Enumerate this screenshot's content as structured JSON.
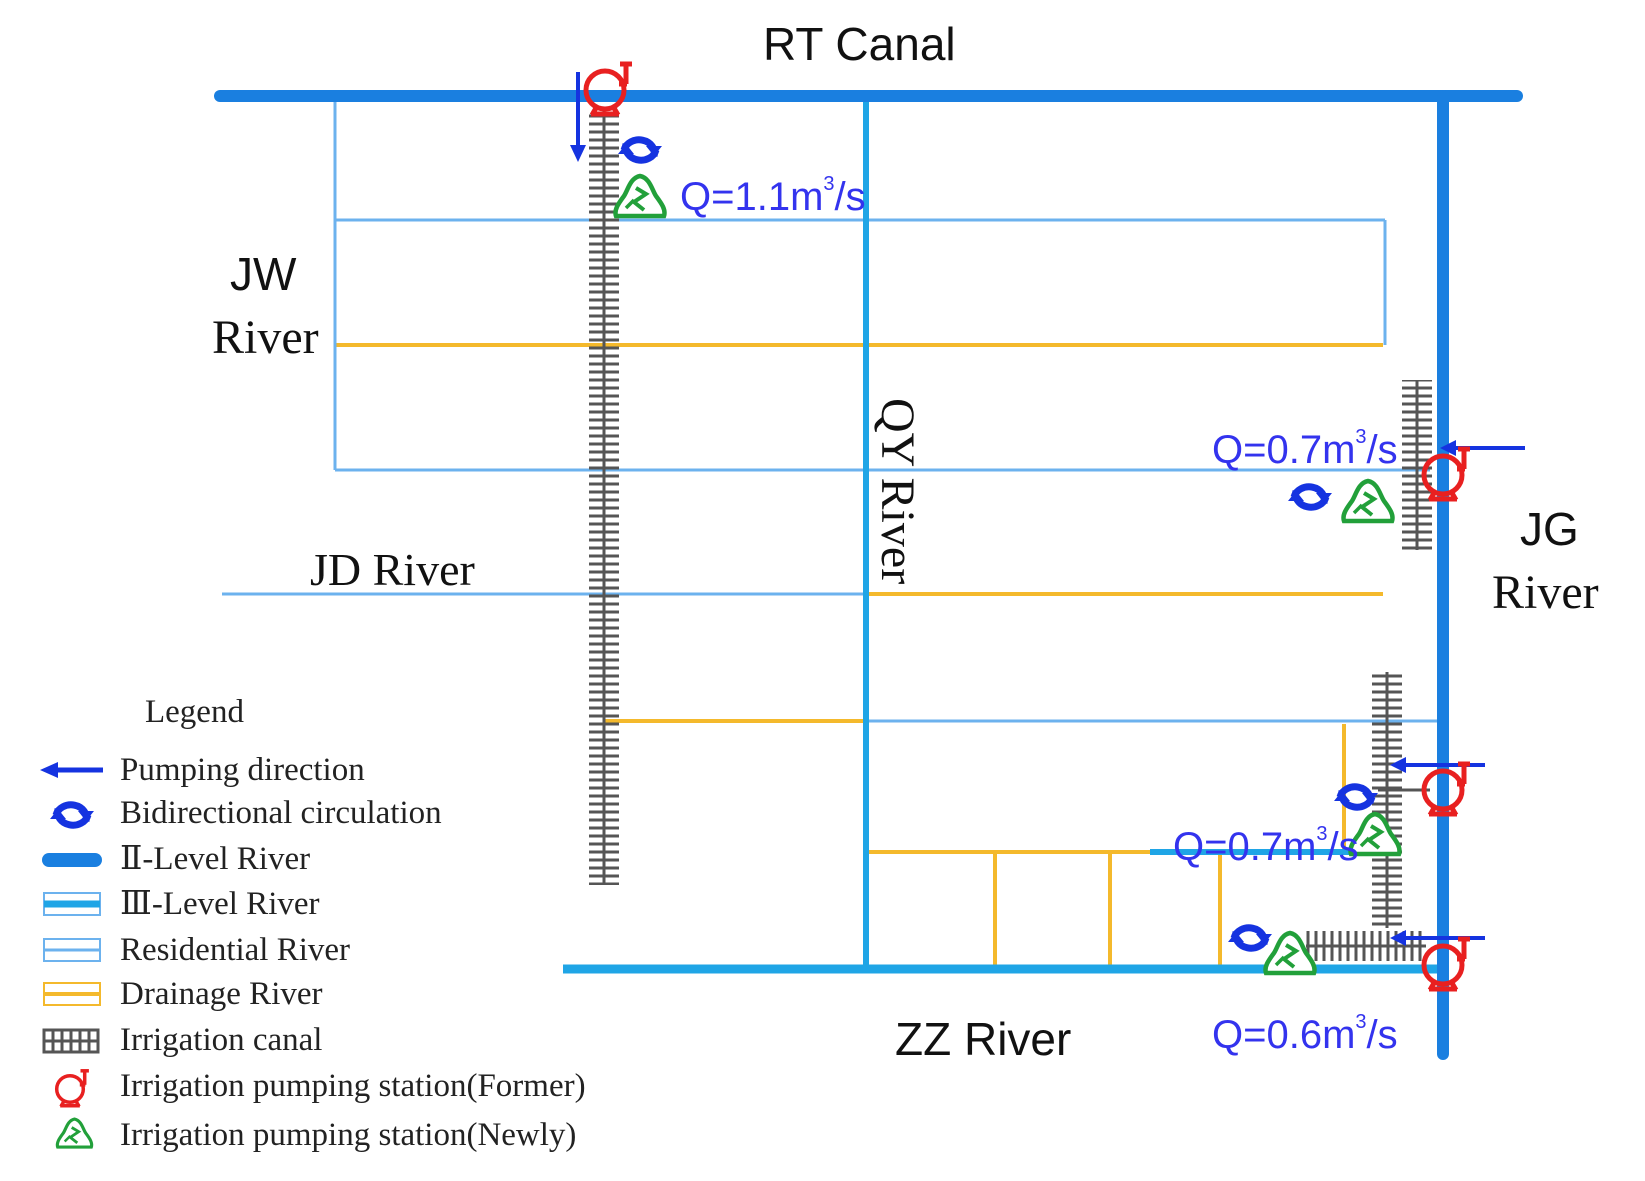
{
  "rivers": {
    "rt_canal": "RT Canal",
    "jw_river_line1": "JW",
    "jw_river_line2": "River",
    "jd_river": "JD River",
    "qy_river": "QY River",
    "jg_river_line1": "JG",
    "jg_river_line2": "River",
    "zz_river": "ZZ River"
  },
  "flows": {
    "top": {
      "prefix": "Q=1.1m",
      "sup": "3",
      "suffix": "/s"
    },
    "right_mid": {
      "prefix": "Q=0.7m",
      "sup": "3",
      "suffix": "/s"
    },
    "right_low": {
      "prefix": "Q=0.7m",
      "sup": "3",
      "suffix": "/s"
    },
    "bottom": {
      "prefix": "Q=0.6m",
      "sup": "3",
      "suffix": "/s"
    }
  },
  "legend": {
    "title": "Legend",
    "items": [
      "Pumping direction",
      "Bidirectional circulation",
      "Ⅱ-Level River",
      "Ⅲ-Level River",
      "Residential River",
      "Drainage River",
      "Irrigation canal",
      "Irrigation pumping station(Former)",
      "Irrigation pumping station(Newly)"
    ]
  },
  "colors": {
    "level2_river": "#1a7fe0",
    "level3_river": "#1fa5e6",
    "residential_river": "#6cb2ee",
    "drainage_river": "#f4b92c",
    "irrigation_canal": "#555555",
    "pump_former": "#e82020",
    "pump_newly": "#22a03a",
    "circulation": "#1533e0",
    "flow_label": "#3333ee"
  }
}
